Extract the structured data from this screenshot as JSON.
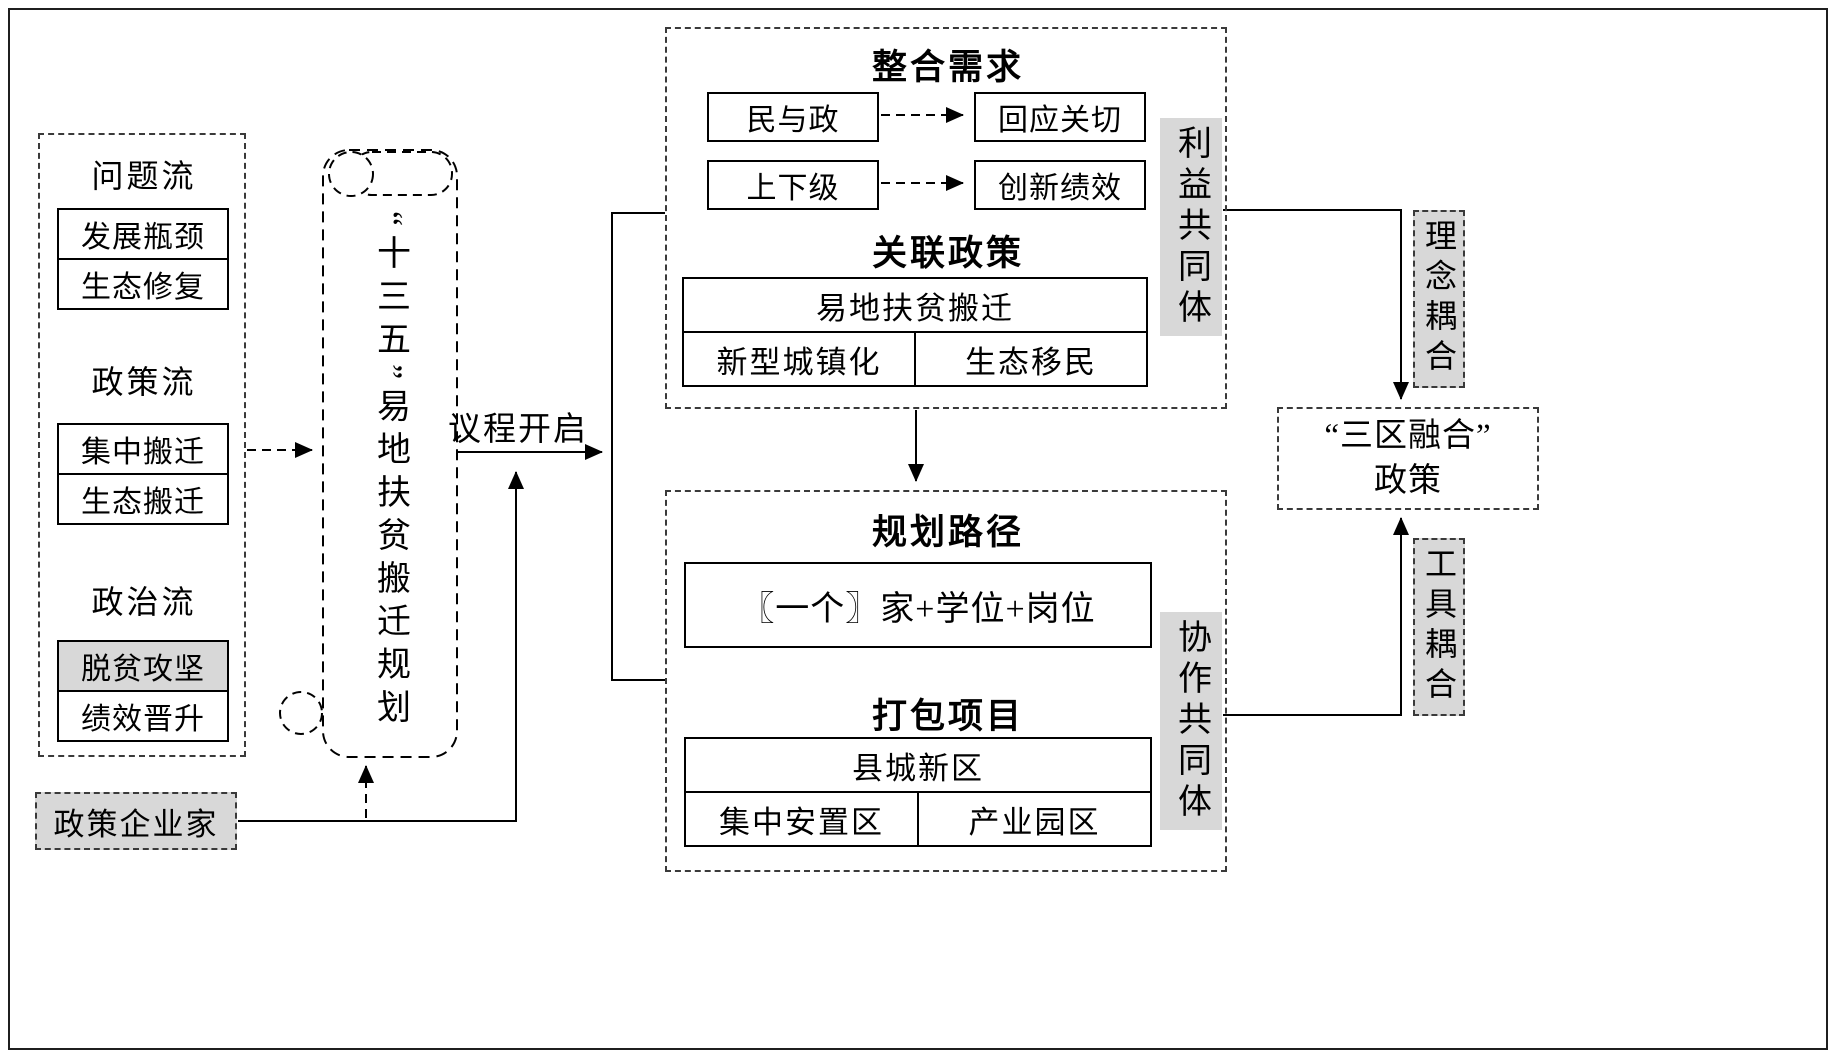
{
  "diagram": {
    "streams": {
      "sections": [
        {
          "title": "问题流",
          "items": [
            "发展瓶颈",
            "生态修复"
          ]
        },
        {
          "title": "政策流",
          "items": [
            "集中搬迁",
            "生态搬迁"
          ]
        },
        {
          "title": "政治流",
          "items": [
            "脱贫攻坚",
            "绩效晋升"
          ]
        }
      ]
    },
    "policy_entrepreneur": "政策企业家",
    "plan_scroll": "“十三五”易地扶贫搬迁规划",
    "agenda_open": "议程开启",
    "integration": {
      "title": "整合需求",
      "rows": [
        {
          "source": "民与政",
          "target": "回应关切"
        },
        {
          "source": "上下级",
          "target": "创新绩效"
        }
      ],
      "related_policy_title": "关联政策",
      "policy_table": {
        "header": "易地扶贫搬迁",
        "cells": [
          "新型城镇化",
          "生态移民"
        ]
      }
    },
    "interest_community": "利益共同体",
    "planning": {
      "title": "规划路径",
      "path_item": "〖一个〗家+学位+岗位",
      "package_title": "打包项目",
      "package_table": {
        "header": "县城新区",
        "cells": [
          "集中安置区",
          "产业园区"
        ]
      }
    },
    "collaboration_community": "协作共同体",
    "concept_coupling": "理念耦合",
    "tool_coupling": "工具耦合",
    "final_policy": {
      "line1": "“三区融合”",
      "line2": "政策"
    }
  },
  "colors": {
    "shade": "#d8d8d8",
    "stroke": "#000000"
  }
}
